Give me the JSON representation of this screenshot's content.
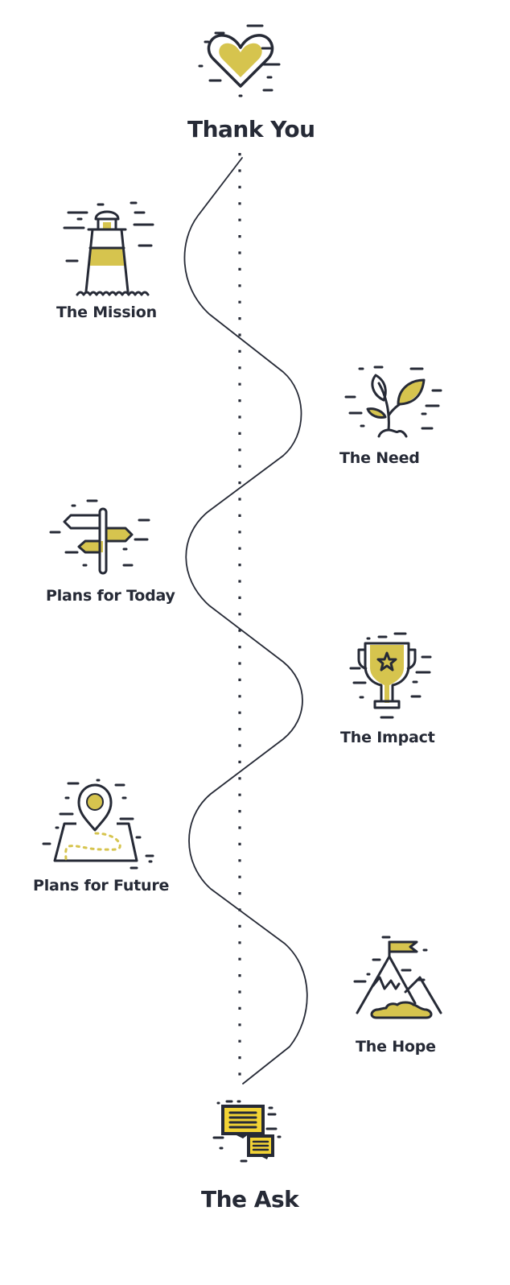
{
  "colors": {
    "ink": "#262a36",
    "accent": "#d6c44e",
    "accent_bright": "#f2d335",
    "background": "#ffffff"
  },
  "timeline": {
    "start": {
      "label": "Thank You",
      "icon": "heart-icon"
    },
    "end": {
      "label": "The Ask",
      "icon": "chat-bubbles-icon"
    },
    "stages": [
      {
        "label": "The Mission",
        "icon": "lighthouse-icon",
        "side": "left"
      },
      {
        "label": "The Need",
        "icon": "sprout-icon",
        "side": "right"
      },
      {
        "label": "Plans for Today",
        "icon": "signpost-icon",
        "side": "left"
      },
      {
        "label": "The Impact",
        "icon": "trophy-icon",
        "side": "right"
      },
      {
        "label": "Plans for Future",
        "icon": "map-pin-icon",
        "side": "left"
      },
      {
        "label": "The Hope",
        "icon": "mountain-flag-icon",
        "side": "right"
      }
    ]
  }
}
